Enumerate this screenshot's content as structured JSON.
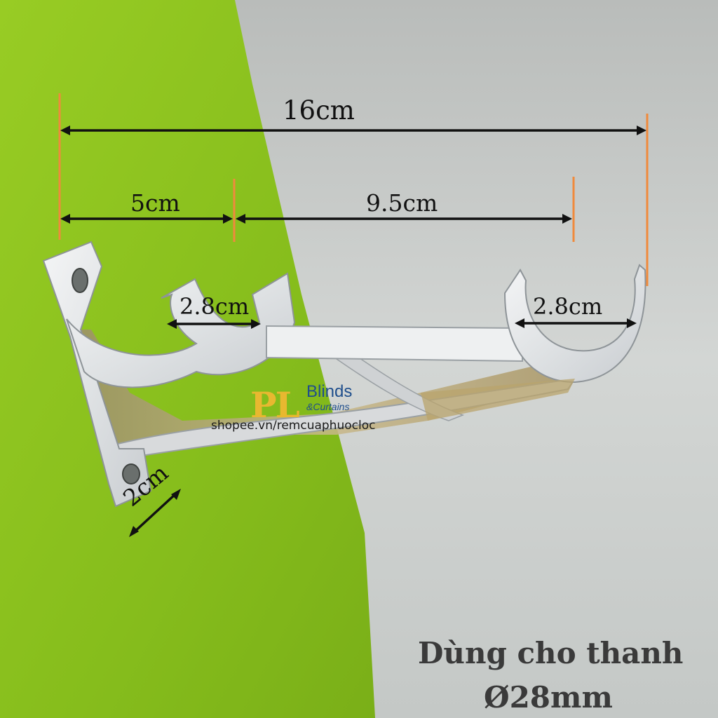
{
  "dimensions": {
    "overall": "16cm",
    "front_offset": "5cm",
    "rod_spacing": "9.5cm",
    "rod_slot_front": "2.8cm",
    "rod_slot_back": "2.8cm",
    "depth": "2cm"
  },
  "caption": {
    "line1": "Dùng cho thanh",
    "line2": "Ø28mm"
  },
  "logo": {
    "mark": "PL",
    "brand": "Blinds",
    "sub": "&Curtains",
    "url": "shopee.vn/remcuaphuocloc"
  },
  "colors": {
    "green_fabric": "#8fc31f",
    "grey_wall": "#c6c9c6",
    "marker_orange": "#f08a3c",
    "arrow_black": "#111111",
    "aluminum": "#e4e6e8"
  }
}
